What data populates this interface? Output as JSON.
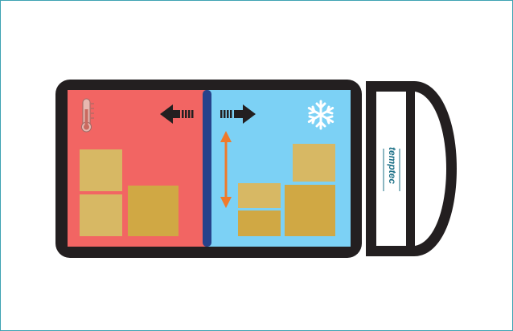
{
  "brand": {
    "logo_text": "temptec"
  },
  "colors": {
    "frame_border": "#3fa3b3",
    "outline": "#231f20",
    "warm_zone": "#f26563",
    "cold_zone": "#7cd1f5",
    "divider": "#26428b",
    "box_light": "#d7b864",
    "box_dark": "#d0a844",
    "arrow_move": "#f07a2a",
    "arrow_dark": "#231f20",
    "snowflake": "#ffffff",
    "logo": "#1a6f86"
  },
  "icons": {
    "warm": "thermometer-icon",
    "cold": "snowflake-icon",
    "move_left": "arrow-left-icon",
    "move_right": "arrow-right-icon",
    "divider_move": "double-arrow-vertical-icon"
  },
  "zones": [
    {
      "id": "warm",
      "boxes": 3
    },
    {
      "id": "cold",
      "boxes": 4
    }
  ]
}
